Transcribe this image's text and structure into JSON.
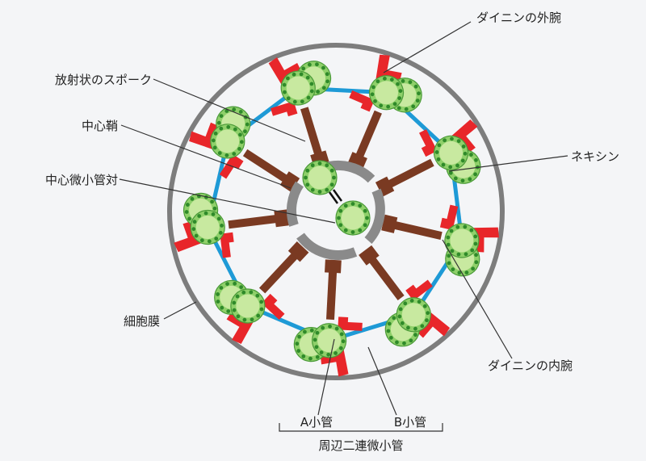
{
  "labels": {
    "outer_dynein": "ダイニンの外腕",
    "radial_spoke": "放射状のスポーク",
    "central_sheath": "中心鞘",
    "central_pair": "中心微小管対",
    "nexin": "ネキシン",
    "cell_membrane": "細胞膜",
    "inner_dynein": "ダイニンの内腕",
    "a_tubule": "A小管",
    "b_tubule": "B小管",
    "doublet": "周辺二連微小管"
  },
  "colors": {
    "membrane": "#7a7a7a",
    "sheath": "#8a8a8a",
    "tubule_fill": "#5cb84a",
    "tubule_ring": "#c8e9a0",
    "dynein": "#e8262a",
    "spoke": "#7a3a22",
    "nexin": "#1e9ad6",
    "leader": "#333333"
  },
  "doublet_count": 9
}
